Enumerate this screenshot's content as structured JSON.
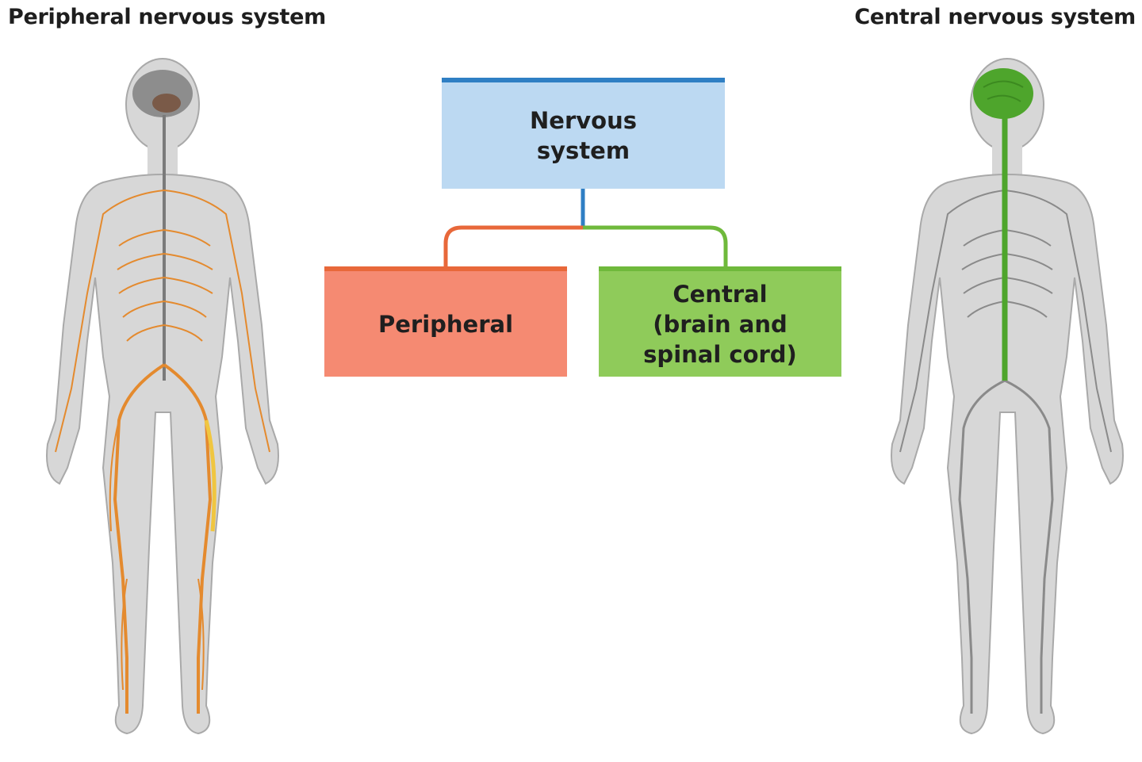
{
  "titles": {
    "left": "Peripheral nervous system",
    "right": "Central nervous system"
  },
  "diagram": {
    "root": {
      "label": "Nervous\nsystem"
    },
    "children": [
      {
        "id": "peripheral",
        "label": "Peripheral"
      },
      {
        "id": "central",
        "label": "Central\n(brain and\nspinal cord)"
      }
    ]
  },
  "colors": {
    "root_fill": "#bcd9f2",
    "root_bar": "#2f7fc4",
    "peripheral_fill": "#f58a72",
    "peripheral_bar": "#e8683a",
    "central_fill": "#8fcb5a",
    "central_bar": "#6fb93b",
    "body_fill": "#d7d7d7",
    "body_outline": "#a9a9a9",
    "nerve_orange": "#e48a2e",
    "nerve_green": "#4ea52c",
    "nerve_gray": "#7a7a7a"
  },
  "figures": {
    "left": {
      "icon": "human-body-peripheral-nerves-icon"
    },
    "right": {
      "icon": "human-body-central-nervous-system-icon"
    }
  }
}
